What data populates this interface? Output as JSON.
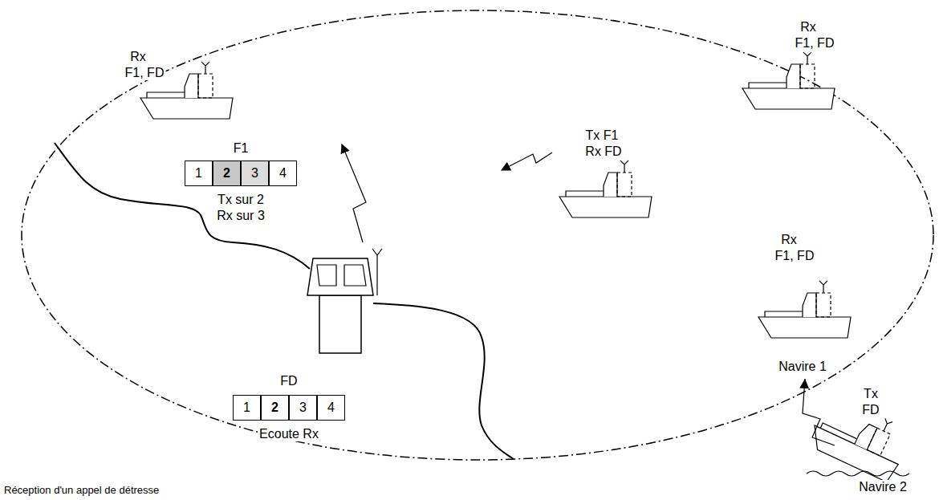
{
  "diagram": {
    "nodes": [
      {
        "text": [
          "F1",
          "Tx sur 2",
          "Rx sur 3"
        ]
      },
      {
        "text": [
          "1"
        ],
        "in": 0
      },
      {
        "text": [
          "2"
        ],
        "in": 0
      },
      {
        "text": [
          "3"
        ],
        "in": 0
      },
      {
        "text": [
          "4"
        ],
        "in": 0
      },
      {
        "text": [
          "FD",
          "Ecoute Rx"
        ]
      },
      {
        "text": [
          "1"
        ],
        "in": 5
      },
      {
        "text": [
          "2"
        ],
        "in": 5
      },
      {
        "text": [
          "3"
        ],
        "in": 5
      },
      {
        "text": [
          "4"
        ],
        "in": 5
      },
      {
        "text": [
          "Rx",
          "F1, FD"
        ]
      },
      {
        "text": [
          "Tx F1",
          "Rx FD"
        ]
      },
      {
        "text": [
          "Rx",
          "F1, FD"
        ]
      },
      {
        "text": [
          "Rx",
          "F1, FD",
          "Navire 1"
        ]
      },
      {
        "text": [
          "Tx",
          "FD",
          "Navire 2"
        ]
      }
    ],
    "edges": [
      {
        "from": 14,
        "to": 13,
        "arrow": "to"
      }
    ],
    "labels": [
      "Réception d'un appel de détresse"
    ]
  }
}
